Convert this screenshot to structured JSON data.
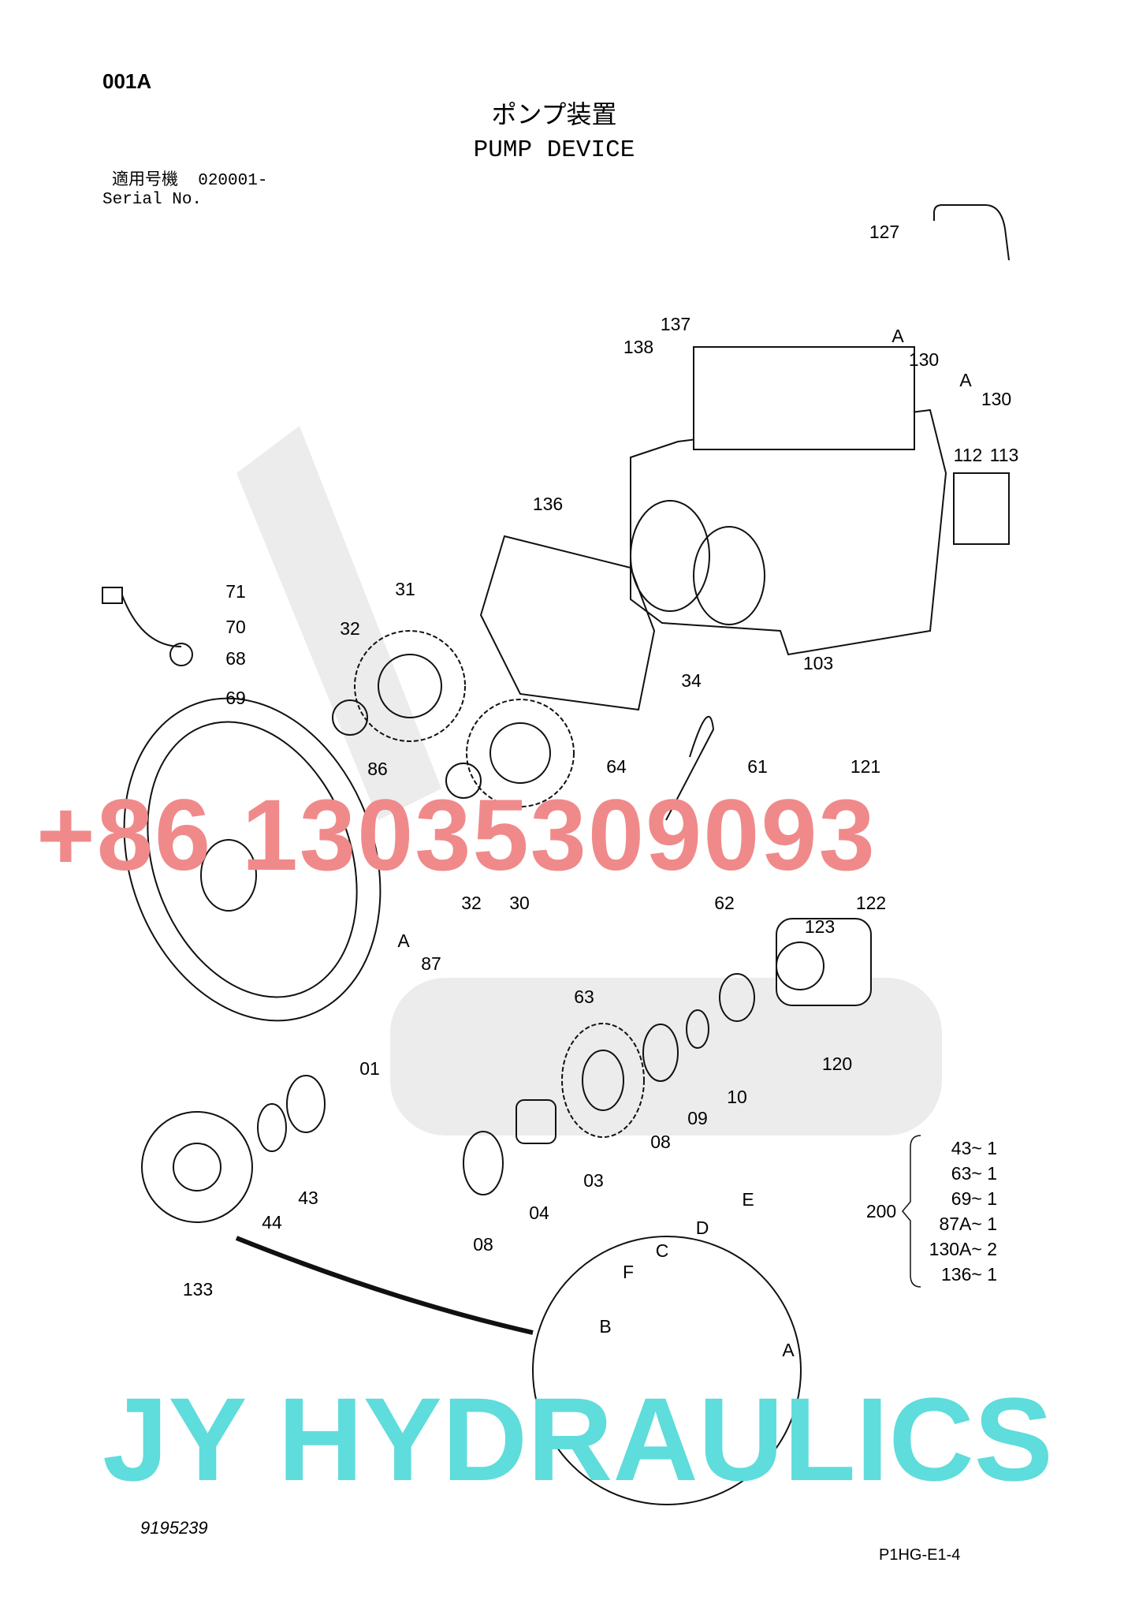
{
  "header": {
    "page_code": "001A",
    "title_jp": "ポンプ装置",
    "title_en": "PUMP DEVICE",
    "serial_label_jp": "適用号機",
    "serial_value": "020001-",
    "serial_label_en": "Serial No."
  },
  "callouts": [
    {
      "id": "c127",
      "label": "127"
    },
    {
      "id": "c137",
      "label": "137"
    },
    {
      "id": "c138",
      "label": "138"
    },
    {
      "id": "cA1",
      "label": "A"
    },
    {
      "id": "c130a",
      "label": "130"
    },
    {
      "id": "cA2",
      "label": "A"
    },
    {
      "id": "c130b",
      "label": "130"
    },
    {
      "id": "c112",
      "label": "112"
    },
    {
      "id": "c113",
      "label": "113"
    },
    {
      "id": "c136",
      "label": "136"
    },
    {
      "id": "c31",
      "label": "31"
    },
    {
      "id": "c32a",
      "label": "32"
    },
    {
      "id": "c71",
      "label": "71"
    },
    {
      "id": "c70",
      "label": "70"
    },
    {
      "id": "c68",
      "label": "68"
    },
    {
      "id": "c69",
      "label": "69"
    },
    {
      "id": "c86",
      "label": "86"
    },
    {
      "id": "c34",
      "label": "34"
    },
    {
      "id": "c103",
      "label": "103"
    },
    {
      "id": "c61",
      "label": "61"
    },
    {
      "id": "c64",
      "label": "64"
    },
    {
      "id": "c121",
      "label": "121"
    },
    {
      "id": "c122",
      "label": "122"
    },
    {
      "id": "c123",
      "label": "123"
    },
    {
      "id": "c62",
      "label": "62"
    },
    {
      "id": "c32b",
      "label": "32"
    },
    {
      "id": "c30",
      "label": "30"
    },
    {
      "id": "cA3",
      "label": "A"
    },
    {
      "id": "c87",
      "label": "87"
    },
    {
      "id": "c63",
      "label": "63"
    },
    {
      "id": "c120",
      "label": "120"
    },
    {
      "id": "c10",
      "label": "10"
    },
    {
      "id": "c09",
      "label": "09"
    },
    {
      "id": "c08a",
      "label": "08"
    },
    {
      "id": "c01",
      "label": "01"
    },
    {
      "id": "c03",
      "label": "03"
    },
    {
      "id": "c04",
      "label": "04"
    },
    {
      "id": "c08b",
      "label": "08"
    },
    {
      "id": "c43",
      "label": "43"
    },
    {
      "id": "c44",
      "label": "44"
    },
    {
      "id": "c133",
      "label": "133"
    },
    {
      "id": "cE",
      "label": "E"
    },
    {
      "id": "cD",
      "label": "D"
    },
    {
      "id": "cC",
      "label": "C"
    },
    {
      "id": "cF",
      "label": "F"
    },
    {
      "id": "cB",
      "label": "B"
    },
    {
      "id": "cA4",
      "label": "A"
    }
  ],
  "kit": {
    "label": "200",
    "items": [
      "43~  1",
      "63~  1",
      "69~  1",
      "87A~  1",
      "130A~  2",
      "136~  1"
    ]
  },
  "footer": {
    "drawing_number": "9195239",
    "page_ref": "P1HG-E1-4"
  },
  "watermarks": {
    "phone": "+86 13035309093",
    "brand": "JY HYDRAULICS",
    "phone_color": "#f08a8a",
    "brand_color": "#5fdcdc"
  }
}
